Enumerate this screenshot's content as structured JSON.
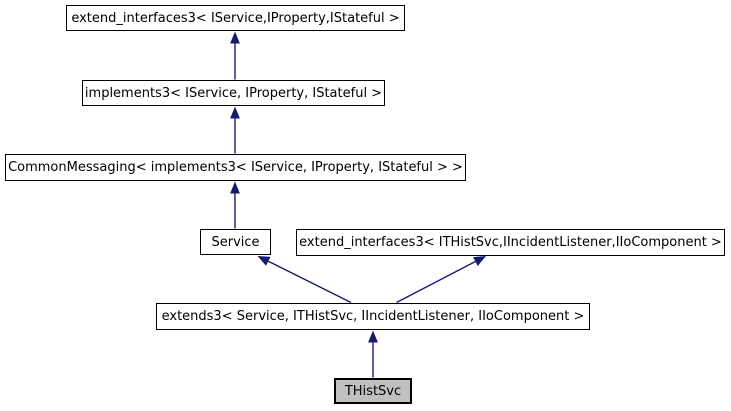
{
  "diagram": {
    "kind": "class-inheritance-graph",
    "nodes": [
      {
        "id": "extend_interfaces3_base",
        "label": "extend_interfaces3< IService,IProperty,IStateful >"
      },
      {
        "id": "implements3",
        "label": "implements3< IService, IProperty, IStateful >"
      },
      {
        "id": "CommonMessaging",
        "label": "CommonMessaging< implements3< IService, IProperty, IStateful > >"
      },
      {
        "id": "Service",
        "label": "Service"
      },
      {
        "id": "extend_interfaces3_ithistsvc",
        "label": "extend_interfaces3< ITHistSvc,IIncidentListener,IIoComponent >"
      },
      {
        "id": "extends3",
        "label": "extends3< Service, ITHistSvc, IIncidentListener, IIoComponent >"
      },
      {
        "id": "THistSvc",
        "label": "THistSvc",
        "current": true
      }
    ],
    "edges": [
      {
        "from": "implements3",
        "to": "extend_interfaces3_base"
      },
      {
        "from": "CommonMessaging",
        "to": "implements3"
      },
      {
        "from": "Service",
        "to": "CommonMessaging"
      },
      {
        "from": "extends3",
        "to": "Service"
      },
      {
        "from": "extends3",
        "to": "extend_interfaces3_ithistsvc"
      },
      {
        "from": "THistSvc",
        "to": "extends3"
      }
    ],
    "colors": {
      "arrow": "#191970",
      "node_border": "#000000",
      "node_fill": "#ffffff",
      "current_node_fill": "#c0c0c0",
      "background": "#ffffff"
    }
  }
}
